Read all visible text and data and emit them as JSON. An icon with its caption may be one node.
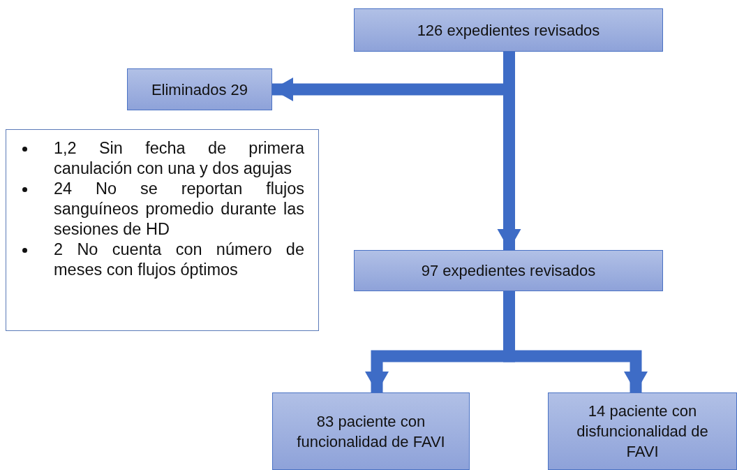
{
  "diagram": {
    "nodes": [
      {
        "text": [
          "126 expedientes revisados"
        ]
      },
      {
        "text": [
          "Eliminados 29"
        ]
      },
      {
        "text": [
          "1,2 Sin fecha de primera canulación con una y dos agujas",
          "24 No se reportan flujos sanguíneos promedio durante las sesiones de HD",
          "2 No cuenta con número de meses con flujos óptimos"
        ]
      },
      {
        "text": [
          "97 expedientes revisados"
        ]
      },
      {
        "text": [
          "83 paciente con funcionalidad de FAVI"
        ]
      },
      {
        "text": [
          "14 paciente con disfuncionalidad de FAVI"
        ]
      }
    ],
    "edges": [
      {
        "from": 0,
        "to": 1,
        "arrow": "to"
      },
      {
        "from": 0,
        "to": 3,
        "arrow": "to"
      },
      {
        "from": 3,
        "to": 4,
        "arrow": "to"
      },
      {
        "from": 3,
        "to": 5,
        "arrow": "to"
      }
    ]
  }
}
